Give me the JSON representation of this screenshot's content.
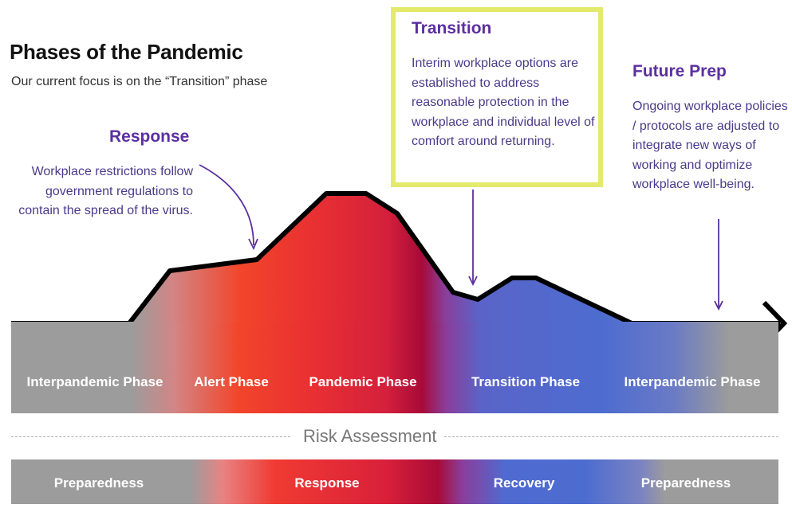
{
  "title": "Phases of the Pandemic",
  "subtitle": "Our current focus is on the “Transition” phase",
  "callouts": {
    "response": {
      "heading": "Response",
      "body": "Workplace restrictions follow government regulations to contain the spread of the virus."
    },
    "transition": {
      "heading": "Transition",
      "body": "Interim workplace options are established to address reasonable protection in the workplace and individual level of comfort around returning."
    },
    "future_prep": {
      "heading": "Future Prep",
      "body": "Ongoing workplace policies / protocols are adjusted to integrate new ways of working and optimize workplace well-being."
    }
  },
  "phases": [
    "Interpandemic Phase",
    "Alert Phase",
    "Pandemic Phase",
    "Transition Phase",
    "Interpandemic Phase"
  ],
  "risk_assessment": "Risk Assessment",
  "stages": [
    "Preparedness",
    "Response",
    "Recovery",
    "Preparedness"
  ],
  "colors": {
    "heading_purple": "#5b2fa0",
    "body_purple": "#4a3a8a",
    "highlight_yellow": "#e3ea6c",
    "neutral_gray": "#9c9c9c",
    "alert_red": "#f2452a",
    "pandemic_crimson": "#a80a38",
    "transition_blue": "#4d6cd0"
  }
}
